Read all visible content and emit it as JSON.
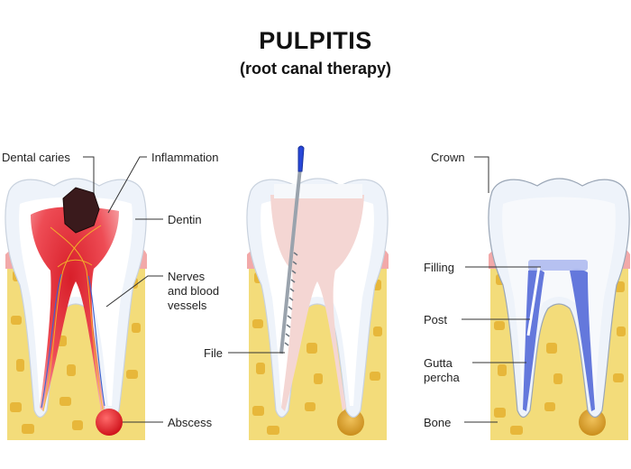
{
  "title": "PULPITIS",
  "subtitle": "(root canal therapy)",
  "labels": {
    "dental_caries": "Dental caries",
    "inflammation": "Inflammation",
    "dentin": "Dentin",
    "nerves_1": "Nerves",
    "nerves_2": "and blood",
    "nerves_3": "vessels",
    "abscess": "Abscess",
    "file": "File",
    "crown": "Crown",
    "filling": "Filling",
    "post": "Post",
    "gutta_1": "Gutta",
    "gutta_2": "percha",
    "bone": "Bone"
  },
  "colors": {
    "bone": "#f3dc7a",
    "bone_spot": "#e7b73a",
    "gum": "#f2a9a9",
    "enamel": "#eef3fa",
    "pulp_healthy": "#f4d6d3",
    "pulp_inflamed": "#e8343a",
    "filling": "#4a62d6",
    "file_handle": "#2847d8"
  }
}
